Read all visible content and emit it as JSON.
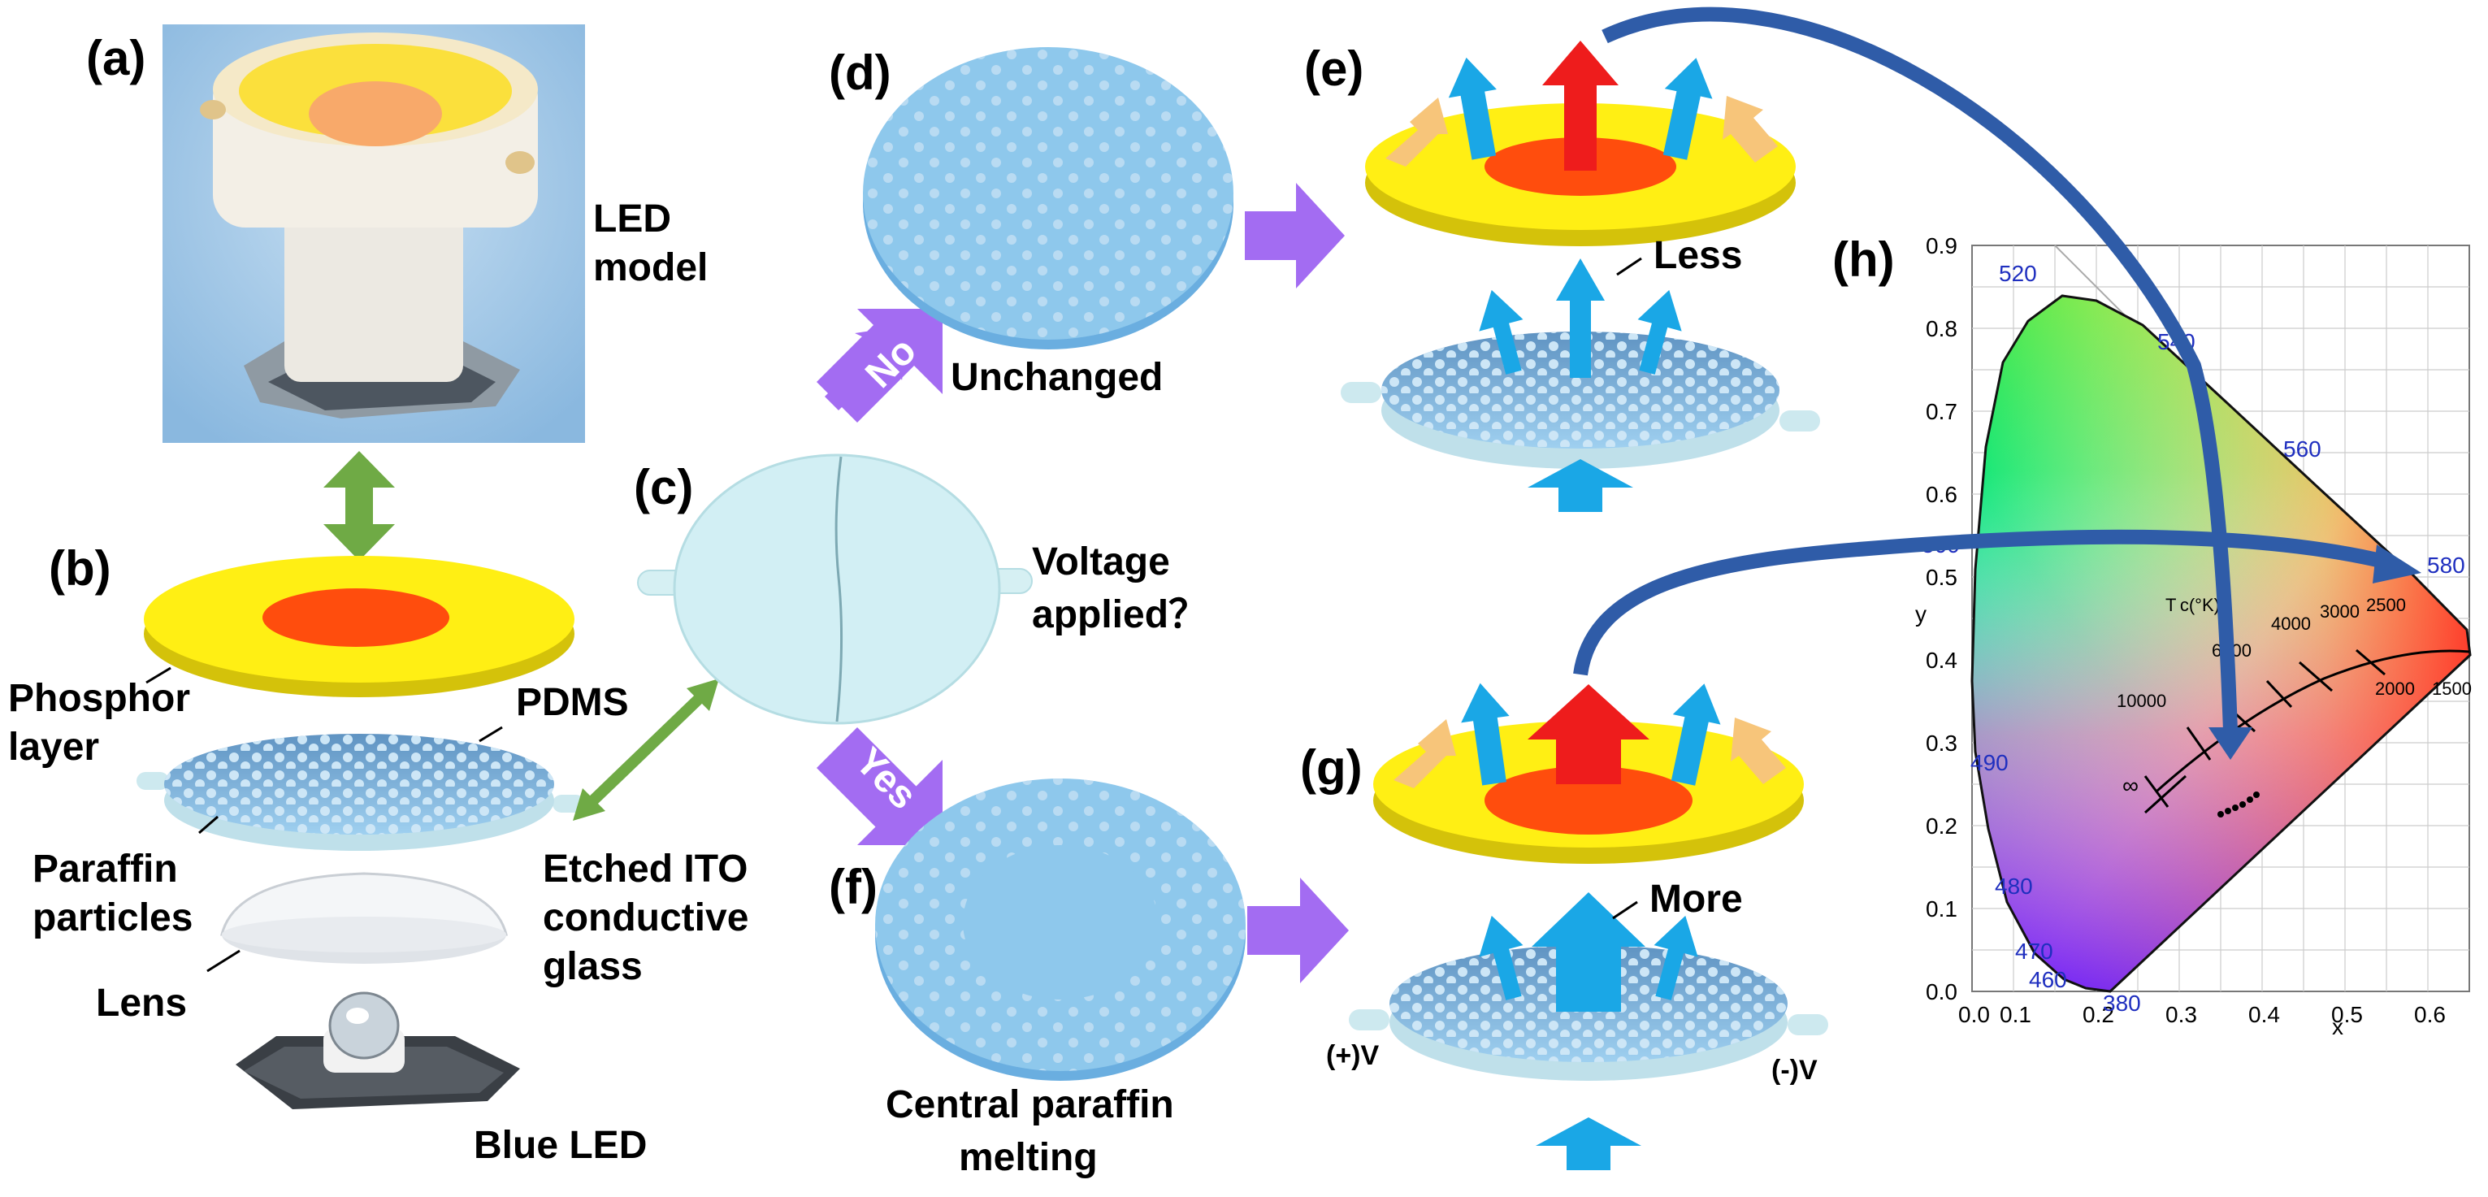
{
  "panels": {
    "a": {
      "label": "(a)",
      "caption": [
        "LED",
        "model"
      ]
    },
    "b": {
      "label": "(b)",
      "phosphor": [
        "Phosphor",
        "layer"
      ],
      "pdms": "PDMS",
      "paraffin": [
        "Paraffin",
        "particles"
      ],
      "lens": "Lens",
      "ito": [
        "Etched ITO",
        "conductive",
        "glass"
      ],
      "blue_led": "Blue LED"
    },
    "c": {
      "label": "(c)",
      "question": [
        "Voltage",
        "applied？"
      ]
    },
    "d": {
      "label": "(d)",
      "caption": "Unchanged",
      "branch": "No"
    },
    "e": {
      "label": "(e)",
      "note": "Less"
    },
    "f": {
      "label": "(f)",
      "caption": [
        "Central paraffin",
        "melting"
      ],
      "branch": "Yes"
    },
    "g": {
      "label": "(g)",
      "note": "More",
      "plus": "(+)V",
      "minus": "(-)V"
    },
    "h": {
      "label": "(h)"
    }
  },
  "cie": {
    "x_axis_label": "x",
    "y_axis_label": "y",
    "x_ticks": [
      "0.0",
      "0.1",
      "0.2",
      "0.3",
      "0.4",
      "0.5",
      "0.6"
    ],
    "y_ticks": [
      "0.0",
      "0.1",
      "0.2",
      "0.3",
      "0.4",
      "0.5",
      "0.6",
      "0.7",
      "0.8",
      "0.9"
    ],
    "wavelengths": [
      "380",
      "460",
      "470",
      "480",
      "490",
      "500",
      "520",
      "540",
      "560",
      "580"
    ],
    "planckian_label": "T c(°K)",
    "temps": [
      "10000",
      "6000",
      "4000",
      "3000",
      "2500",
      "2000",
      "1500"
    ],
    "infinity": "∞"
  },
  "colors": {
    "blue_arrow": "#1aa7e6",
    "red_arrow": "#ee1c1c",
    "orange_arrow": "#f7c57a",
    "phosphor_yellow": "#ffef14",
    "phosphor_core": "#ff4d0d",
    "pdms_blue": "#8ec8ec",
    "process_arrow": "#a36cf2",
    "link_arrow": "#6faa45",
    "curve_arrow": "#2f5ca8"
  }
}
